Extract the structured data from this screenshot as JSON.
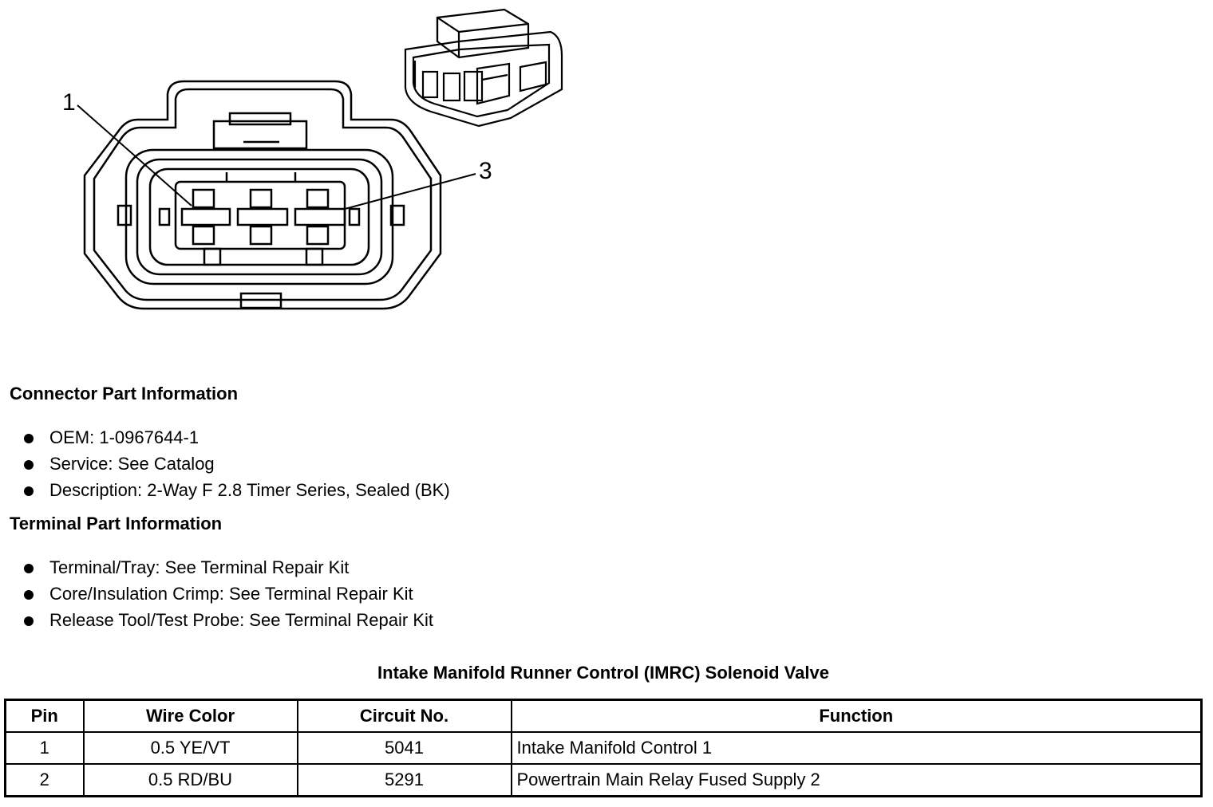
{
  "diagram": {
    "callouts": [
      "1",
      "3"
    ]
  },
  "connector_info": {
    "heading": "Connector Part Information",
    "items": [
      "OEM: 1-0967644-1",
      "Service: See Catalog",
      "Description: 2-Way F 2.8 Timer Series, Sealed (BK)"
    ]
  },
  "terminal_info": {
    "heading": "Terminal Part Information",
    "items": [
      "Terminal/Tray: See Terminal Repair Kit",
      "Core/Insulation Crimp: See Terminal Repair Kit",
      "Release Tool/Test Probe: See Terminal Repair Kit"
    ]
  },
  "pin_table": {
    "title": "Intake Manifold Runner Control (IMRC) Solenoid Valve",
    "headers": [
      "Pin",
      "Wire Color",
      "Circuit No.",
      "Function"
    ],
    "rows": [
      [
        "1",
        "0.5 YE/VT",
        "5041",
        "Intake Manifold Control 1"
      ],
      [
        "2",
        "0.5 RD/BU",
        "5291",
        "Powertrain Main Relay Fused Supply 2"
      ]
    ]
  }
}
